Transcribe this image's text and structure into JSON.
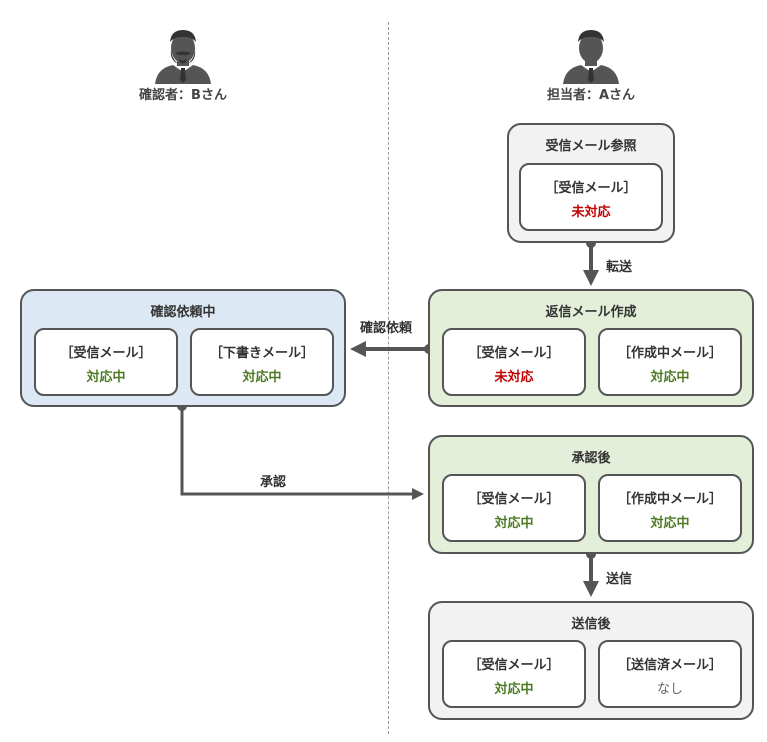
{
  "actors": {
    "left": {
      "label": "確認者：Bさん",
      "icon": "person-mustache-icon"
    },
    "right": {
      "label": "担当者：Aさん",
      "icon": "person-icon"
    }
  },
  "panels": {
    "received": {
      "title": "受信メール参照",
      "cards": [
        {
          "label": "［受信メール］",
          "status": "未対応"
        }
      ]
    },
    "confirm": {
      "title": "確認依頼中",
      "cards": [
        {
          "label": "［受信メール］",
          "status": "対応中"
        },
        {
          "label": "［下書きメール］",
          "status": "対応中"
        }
      ]
    },
    "reply": {
      "title": "返信メール作成",
      "cards": [
        {
          "label": "［受信メール］",
          "status": "未対応"
        },
        {
          "label": "［作成中メール］",
          "status": "対応中"
        }
      ]
    },
    "approved": {
      "title": "承認後",
      "cards": [
        {
          "label": "［受信メール］",
          "status": "対応中"
        },
        {
          "label": "［作成中メール］",
          "status": "対応中"
        }
      ]
    },
    "sent": {
      "title": "送信後",
      "cards": [
        {
          "label": "［受信メール］",
          "status": "対応中"
        },
        {
          "label": "［送信済メール］",
          "status": "なし"
        }
      ]
    }
  },
  "edges": {
    "forward": "転送",
    "request": "確認依頼",
    "approve": "承認",
    "send": "送信"
  },
  "colors": {
    "unhandled": "#c00000",
    "in_progress": "#4e7a24",
    "none": "#666666",
    "panel_grey": "#f2f2f2",
    "panel_blue": "#dde8f5",
    "panel_green": "#e3efd9",
    "line": "#555555"
  }
}
